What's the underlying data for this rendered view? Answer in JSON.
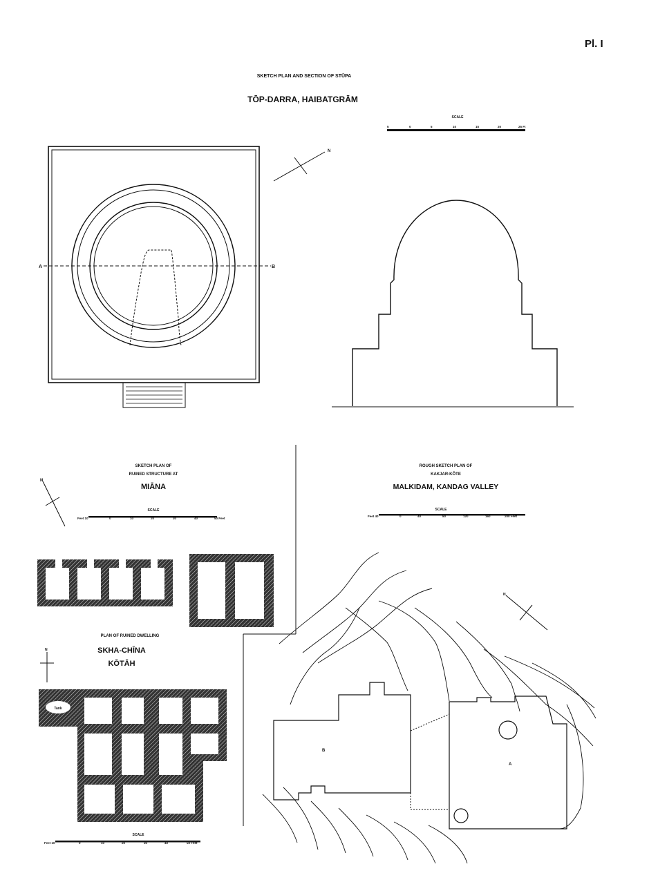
{
  "plate": {
    "label": "Pl. I"
  },
  "stupa": {
    "caption": "SKETCH PLAN AND SECTION OF STŪPA",
    "title": "TŌP-DARRA, HAIBATGRĀM",
    "scale_label": "SCALE",
    "scale_ticks": [
      "5",
      "0",
      "5",
      "10",
      "15",
      "20",
      "25 Ft"
    ],
    "north_mark": "N",
    "section_a": "A",
    "section_b": "B"
  },
  "miana": {
    "caption_line1": "SKETCH PLAN OF",
    "caption_line2": "RUINED STRUCTURE AT",
    "title": "MIĀNA",
    "scale_label": "SCALE",
    "scale_ticks": [
      "Feet 10",
      "0",
      "10",
      "20",
      "30",
      "40",
      "50 Feet"
    ],
    "north_mark": "N"
  },
  "skha": {
    "caption": "PLAN OF RUINED DWELLING",
    "title1": "SKHA-CHĪNA",
    "title2": "KŌTĀH",
    "tank_label": "Tank",
    "scale_label": "SCALE",
    "scale_ticks": [
      "Feet 10",
      "0",
      "10",
      "20",
      "30",
      "40",
      "50 Feet"
    ],
    "north_mark": "N"
  },
  "malkidam": {
    "caption_line1": "ROUGH SKETCH PLAN OF",
    "caption_line2": "KAKJAR-KŌTE",
    "title": "MALKIDAM, KANDAG VALLEY",
    "scale_label": "SCALE",
    "scale_ticks": [
      "Feet 40",
      "0",
      "40",
      "80",
      "120",
      "160",
      "200 Feet"
    ],
    "north_mark": "N",
    "label_b": "B",
    "label_a": "A"
  },
  "colors": {
    "ink": "#111111",
    "paper": "#ffffff"
  }
}
